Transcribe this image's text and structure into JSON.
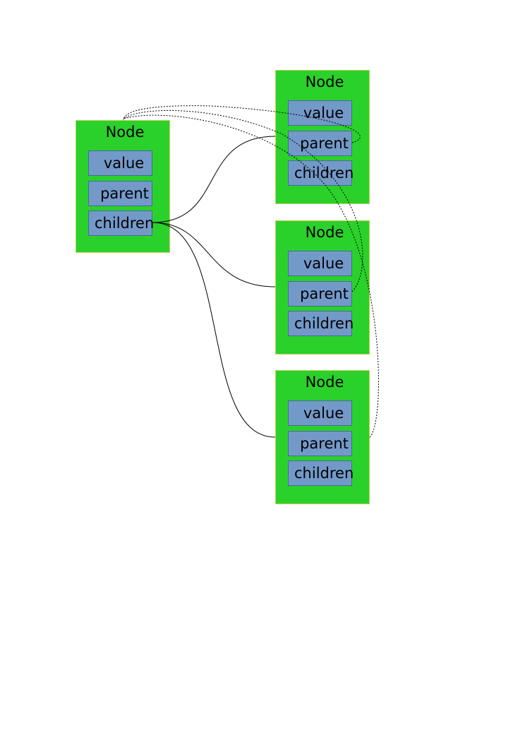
{
  "nodes": [
    {
      "title": "Node",
      "fields": [
        "value",
        "parent",
        "children"
      ]
    },
    {
      "title": "Node",
      "fields": [
        "value",
        "parent",
        "children"
      ]
    },
    {
      "title": "Node",
      "fields": [
        "value",
        "parent",
        "children"
      ]
    },
    {
      "title": "Node",
      "fields": [
        "value",
        "parent",
        "children"
      ]
    }
  ],
  "colors": {
    "node_fill": "#2bd12b",
    "field_fill": "#7399c9",
    "field_border": "#3f6e95",
    "link": "#000000"
  }
}
